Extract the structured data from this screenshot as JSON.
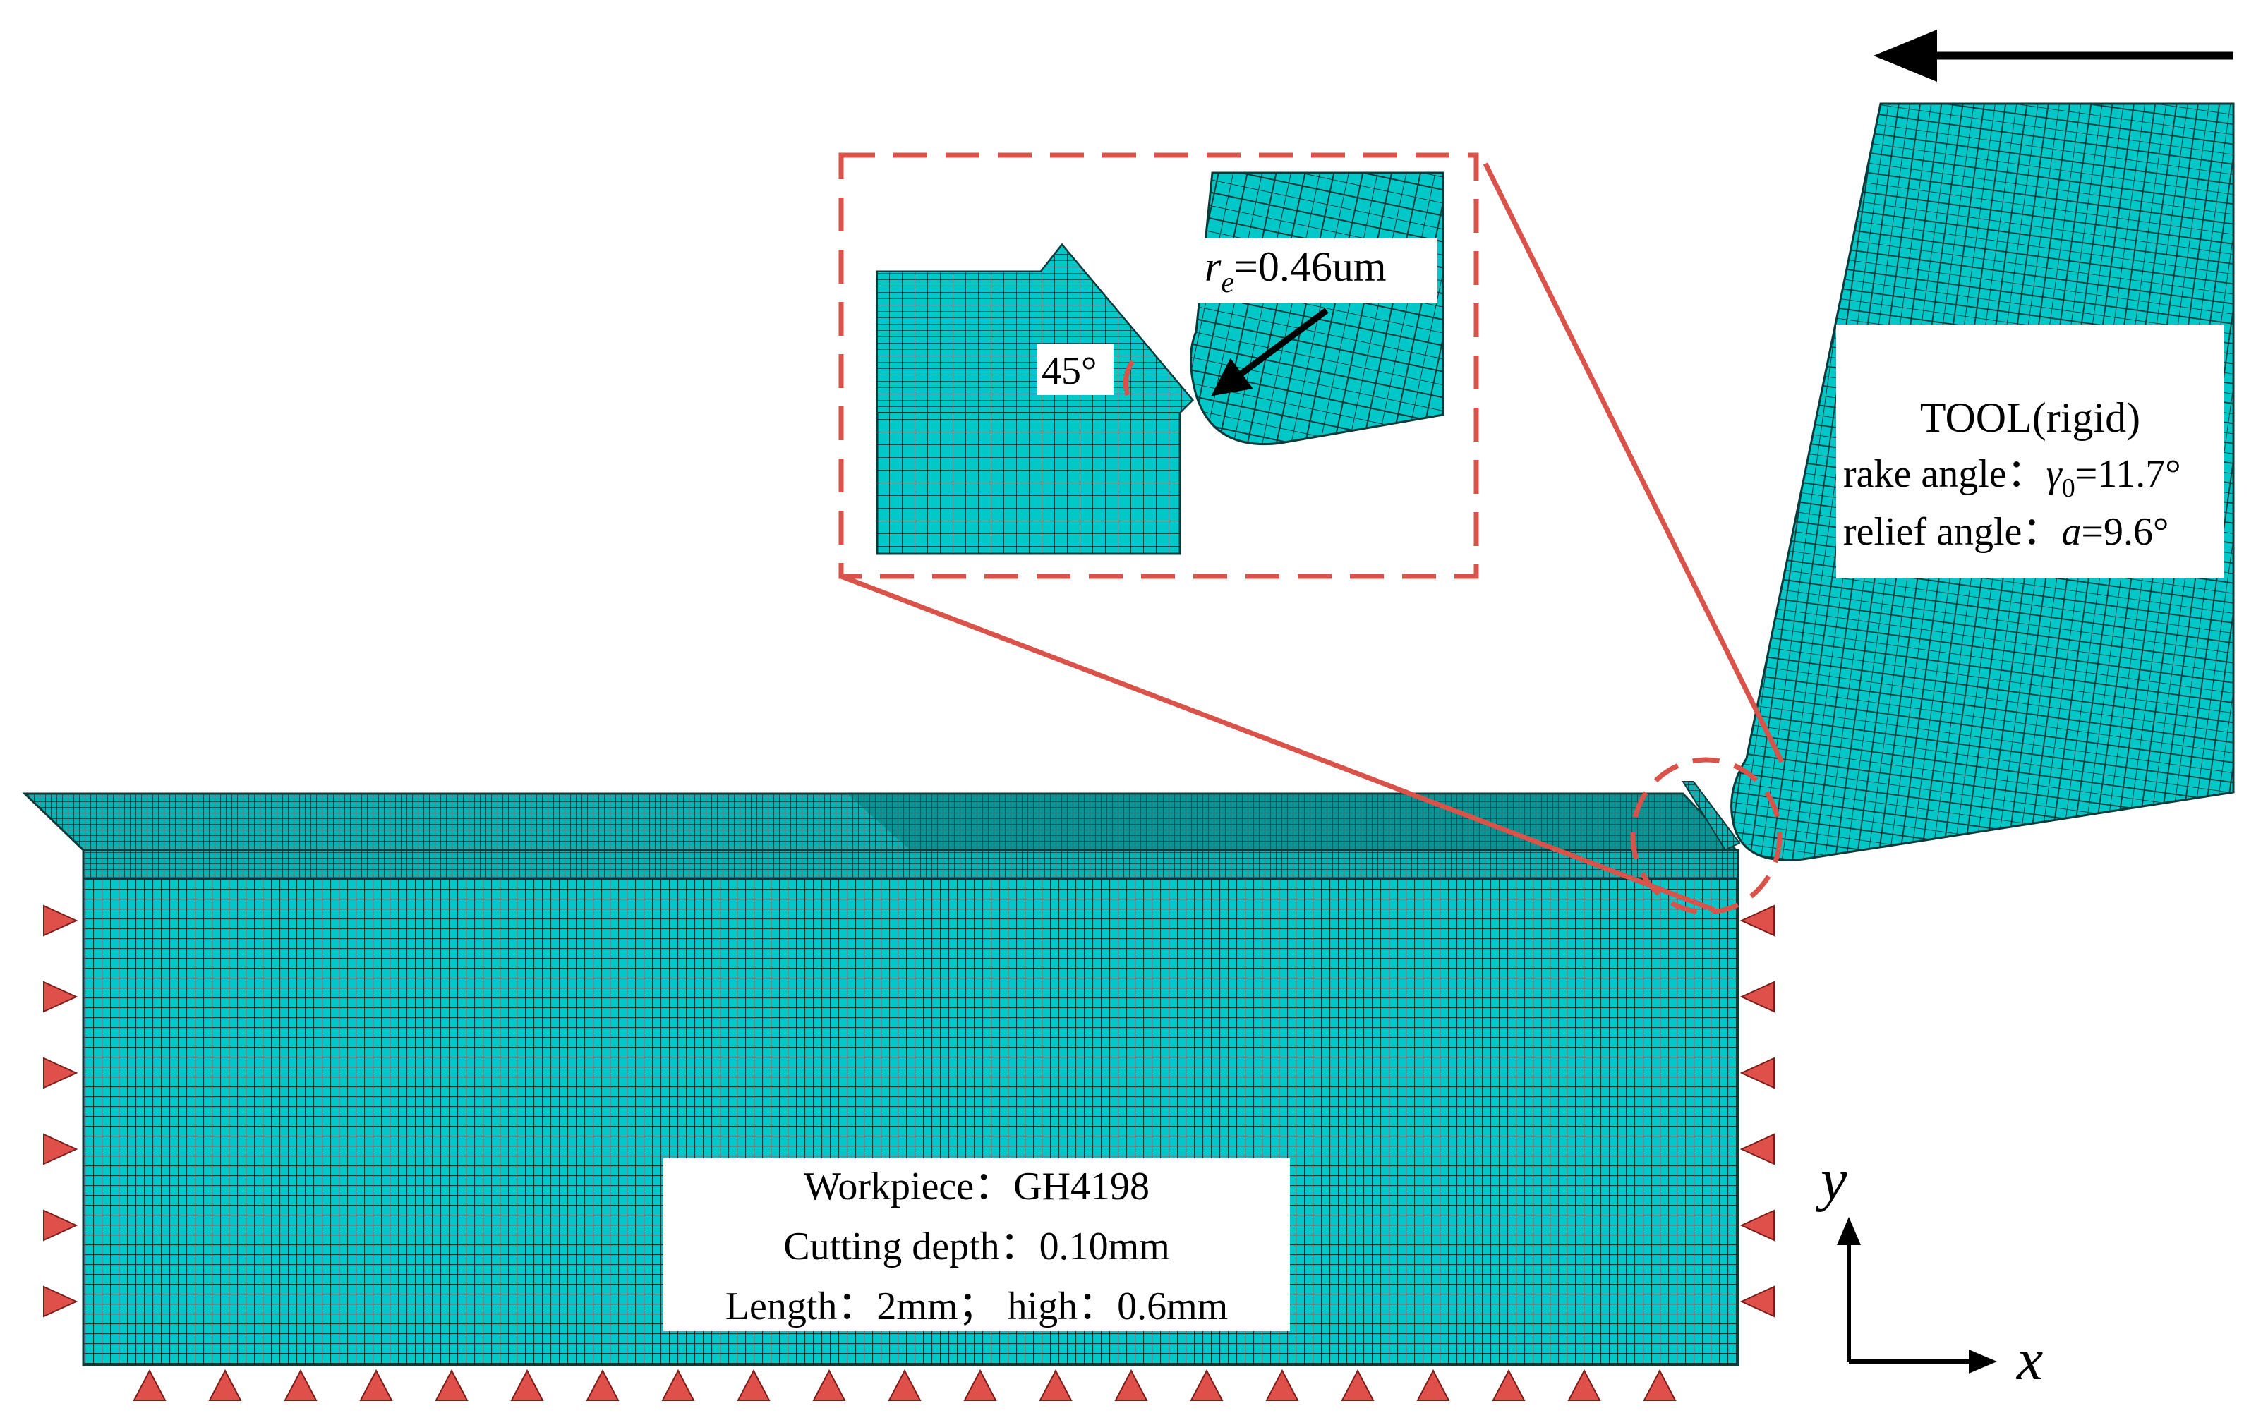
{
  "colors": {
    "mesh_fill": "#00c8c8",
    "mesh_line": "#0a3a3a",
    "annotation_red": "#d9534a",
    "constraint_fill": "#e0504a",
    "arrow": "#000000",
    "label_bg": "#ffffff"
  },
  "direction_arrow": {
    "icon": "left-arrow-icon"
  },
  "tool_label": {
    "title": "TOOL(rigid)",
    "rake_prefix": "rake  angle：",
    "rake_symbol": "γ",
    "rake_subscript": "0",
    "rake_value": "=11.7°",
    "relief_prefix": "relief angle：",
    "relief_symbol": "a",
    "relief_value": "=9.6°"
  },
  "inset": {
    "radius_symbol": "r",
    "radius_subscript": "e",
    "radius_value": "=0.46um",
    "angle_label": "45°"
  },
  "workpiece_label": {
    "line1": "Workpiece：GH4198",
    "line2": "Cutting depth：0.10mm",
    "line3": "Length：2mm；  high：0.6mm"
  },
  "axes": {
    "y_label": "y",
    "x_label": "x"
  },
  "constraints": {
    "left_count": 6,
    "right_count": 6,
    "bottom_count": 21
  }
}
